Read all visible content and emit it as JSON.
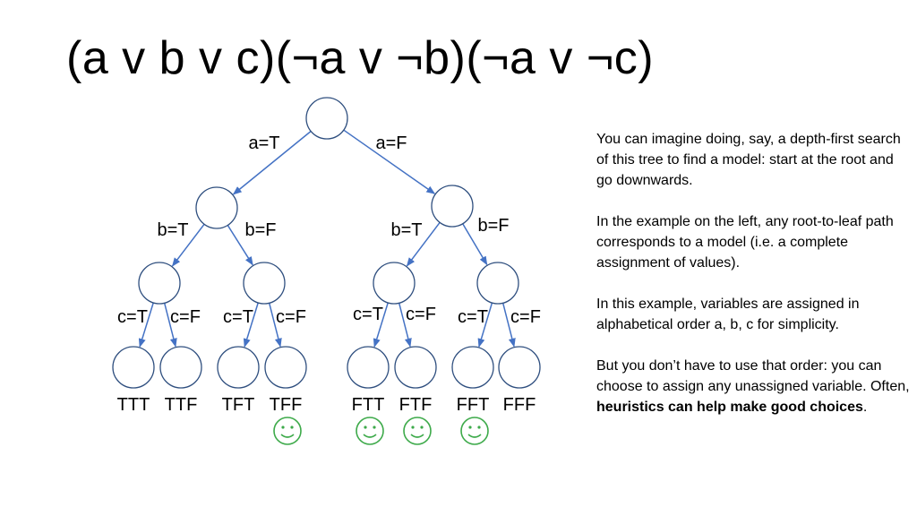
{
  "title": "(a v b v c)(¬a v ¬b)(¬a v ¬c)",
  "edge_labels": {
    "root_left": "a=T",
    "root_right": "a=F",
    "l1_left_left": "b=T",
    "l1_left_right": "b=F",
    "l1_right_left": "b=T",
    "l1_right_right": "b=F",
    "l2_0_left": "c=T",
    "l2_0_right": "c=F",
    "l2_1_left": "c=T",
    "l2_1_right": "c=F",
    "l2_2_left": "c=T",
    "l2_2_right": "c=F",
    "l2_3_left": "c=T",
    "l2_3_right": "c=F"
  },
  "leaves": [
    {
      "label": "TTT",
      "satisfying": false
    },
    {
      "label": "TTF",
      "satisfying": false
    },
    {
      "label": "TFT",
      "satisfying": false
    },
    {
      "label": "TFF",
      "satisfying": true
    },
    {
      "label": "FTT",
      "satisfying": true
    },
    {
      "label": "FTF",
      "satisfying": true
    },
    {
      "label": "FFT",
      "satisfying": true
    },
    {
      "label": "FFF",
      "satisfying": false
    }
  ],
  "smiley_icon": "smiley-face-icon",
  "colors": {
    "edge": "#4472c4",
    "smiley": "#3daa4a",
    "node_stroke": "#2f4f7f"
  },
  "notes": {
    "p1": "You can imagine doing, say, a depth-first search of this tree to find a model: start at the root and go downwards.",
    "p2": "In the example on the left, any root-to-leaf path corresponds to a model (i.e. a complete assignment of values).",
    "p3": "In this example, variables are assigned in alphabetical order a, b, c for simplicity.",
    "p4_start": "But you don’t have to use that order: you can choose to assign any unassigned variable. Often, ",
    "p4_bold": "heuristics can help make good choices",
    "p4_end": "."
  }
}
